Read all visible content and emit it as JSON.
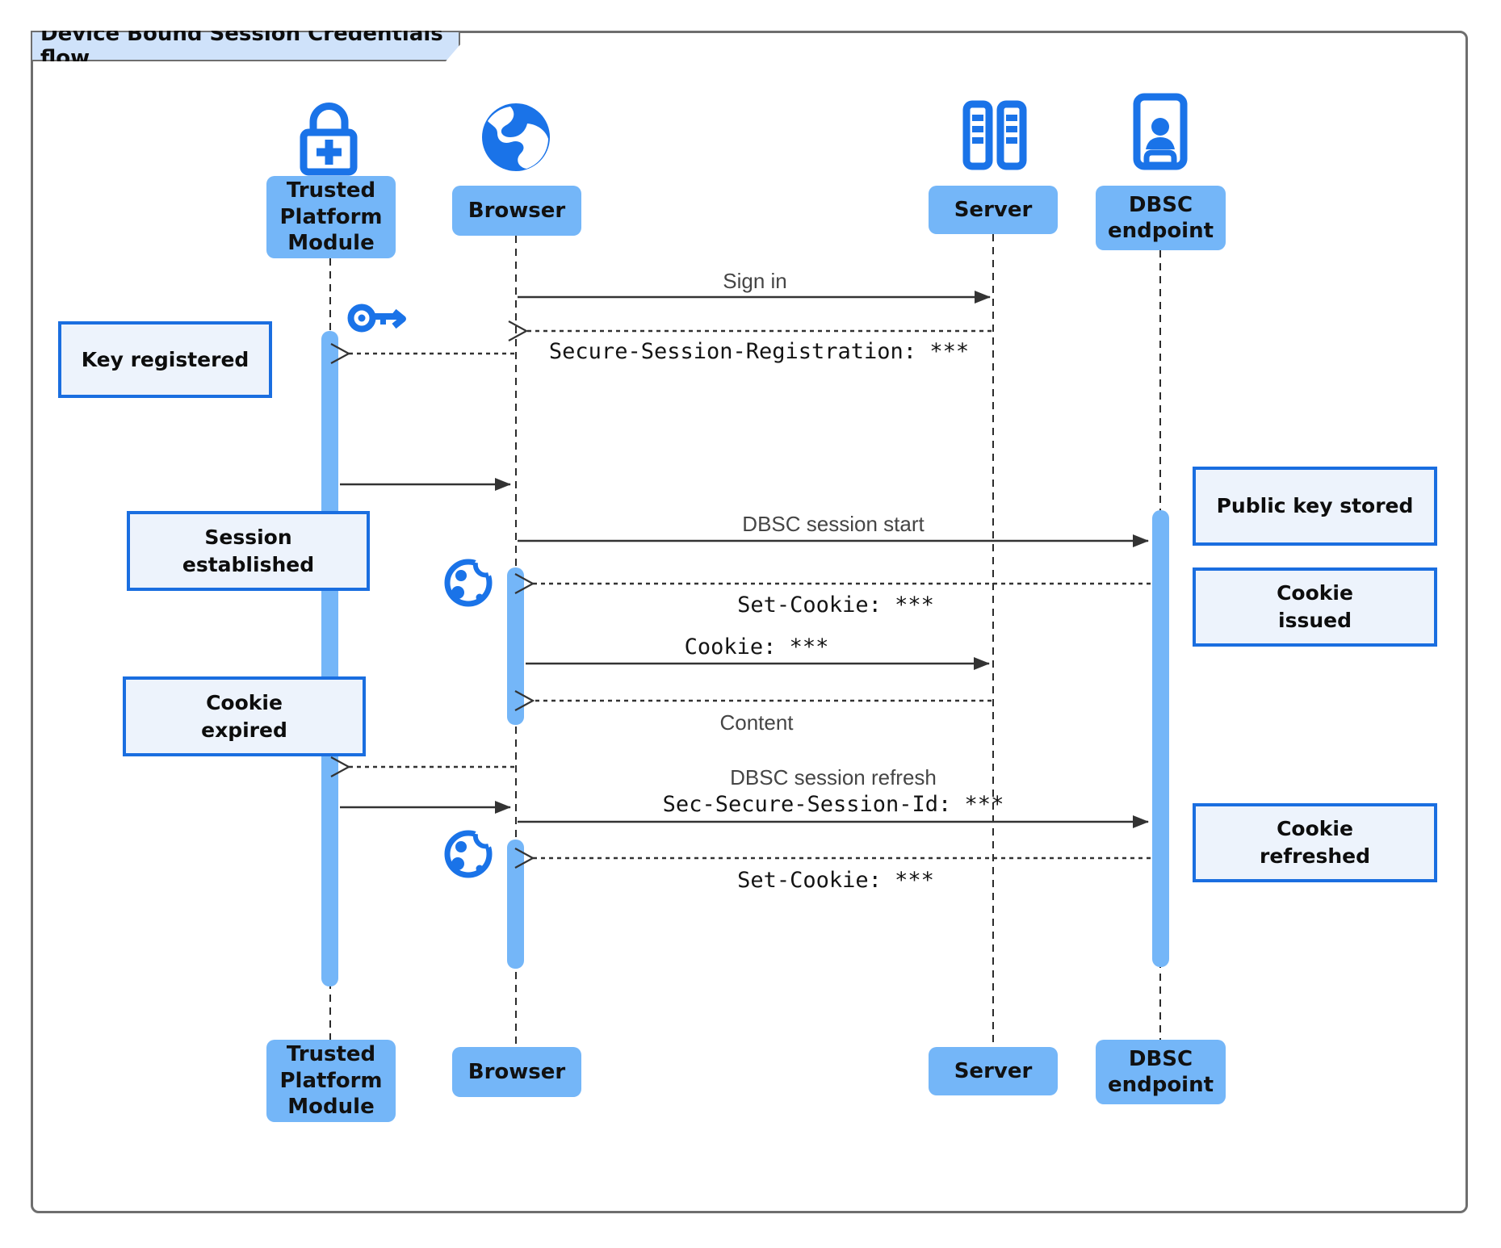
{
  "title": "Device Bound Session Credentials flow",
  "actors": {
    "tpm": {
      "label": "Trusted Platform Module",
      "icon": "lock-plus-icon"
    },
    "browser": {
      "label": "Browser",
      "icon": "globe-icon"
    },
    "server": {
      "label": "Server",
      "icon": "server-rack-icon"
    },
    "dbsc": {
      "label": "DBSC endpoint",
      "icon": "id-badge-icon"
    }
  },
  "messages": {
    "sign_in": "Sign in",
    "secure_session_registration": "Secure-Session-Registration: ***",
    "dbsc_session_start": "DBSC session start",
    "set_cookie_1": "Set-Cookie: ***",
    "cookie": "Cookie: ***",
    "content": "Content",
    "dbsc_session_refresh": "DBSC session refresh",
    "sec_secure_session_id": "Sec-Secure-Session-Id: ***",
    "set_cookie_2": "Set-Cookie: ***"
  },
  "notes": {
    "key_registered": "Key registered",
    "session_established": "Session established",
    "cookie_expired": "Cookie expired",
    "public_key_stored": "Public key stored",
    "cookie_issued": "Cookie issued",
    "cookie_refreshed": "Cookie refreshed"
  },
  "colors": {
    "actor_fill": "#74b6f8",
    "icon_blue": "#1a73e8",
    "note_fill": "#edf3fc",
    "note_border": "#1a6ee0",
    "title_fill": "#cfe2fa",
    "line": "#333333"
  }
}
